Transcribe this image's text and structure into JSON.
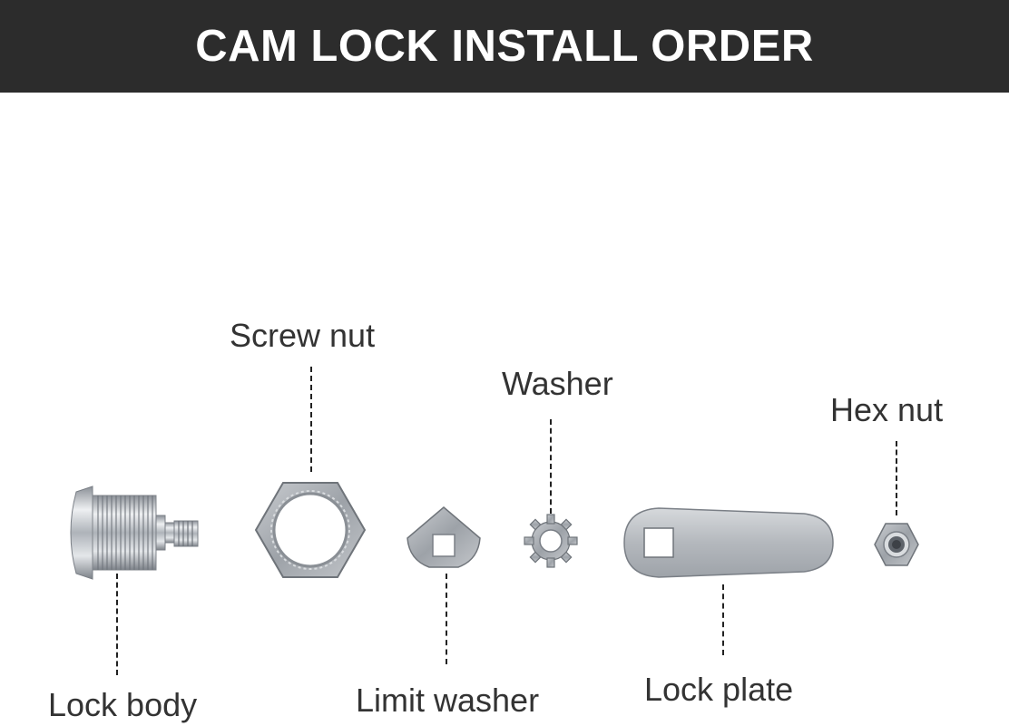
{
  "header": {
    "title": "CAM LOCK INSTALL ORDER",
    "background": "#2c2c2c",
    "text_color": "#ffffff"
  },
  "parts": [
    {
      "id": "lock-body",
      "label": "Lock body",
      "icon": "lock-body-icon",
      "label_position": "below"
    },
    {
      "id": "screw-nut",
      "label": "Screw nut",
      "icon": "screw-nut-icon",
      "label_position": "above"
    },
    {
      "id": "limit-washer",
      "label": "Limit washer",
      "icon": "limit-washer-icon",
      "label_position": "below"
    },
    {
      "id": "washer",
      "label": "Washer",
      "icon": "washer-icon",
      "label_position": "above"
    },
    {
      "id": "lock-plate",
      "label": "Lock plate",
      "icon": "lock-plate-icon",
      "label_position": "below"
    },
    {
      "id": "hex-nut",
      "label": "Hex nut",
      "icon": "hex-nut-icon",
      "label_position": "above"
    }
  ],
  "colors": {
    "label": "#333333",
    "leader_line": "#222222",
    "metal": "#b8bcc2"
  }
}
